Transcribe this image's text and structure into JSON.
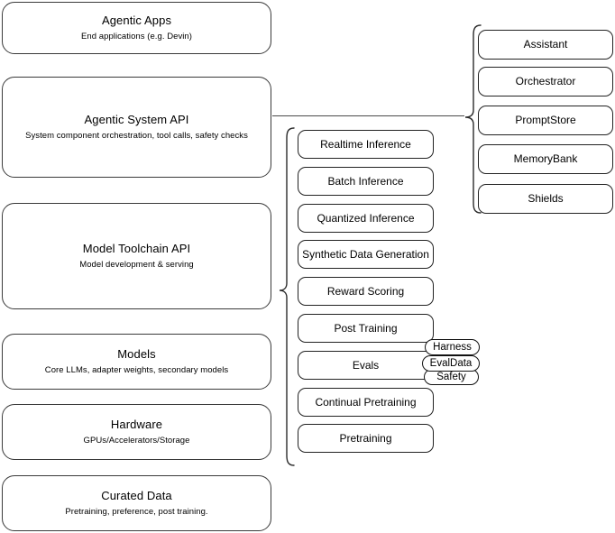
{
  "diagram": {
    "title": "Llama Stack layered architecture",
    "stroke_color": "#2b2b2b",
    "background_color": "#ffffff"
  },
  "left_stack": {
    "name": "platform-layers",
    "layers": [
      {
        "id": "agentic-apps",
        "title": "Agentic Apps",
        "subtitle": "End applications (e.g. Devin)"
      },
      {
        "id": "agentic-system-api",
        "title": "Agentic System API",
        "subtitle": "System component orchestration, tool calls, safety checks"
      },
      {
        "id": "model-toolchain-api",
        "title": "Model Toolchain API",
        "subtitle": "Model development & serving"
      },
      {
        "id": "models",
        "title": "Models",
        "subtitle": "Core LLMs, adapter weights, secondary models"
      },
      {
        "id": "hardware",
        "title": "Hardware",
        "subtitle": "GPUs/Accelerators/Storage"
      },
      {
        "id": "curated-data",
        "title": "Curated Data",
        "subtitle": "Pretraining, preference, post training."
      }
    ]
  },
  "toolchain_capabilities": {
    "name": "model-toolchain-capabilities",
    "items": [
      {
        "id": "realtime-inference",
        "label": "Realtime Inference"
      },
      {
        "id": "batch-inference",
        "label": "Batch Inference"
      },
      {
        "id": "quantized-inference",
        "label": "Quantized Inference"
      },
      {
        "id": "synthetic-data-generation",
        "label": "Synthetic Data Generation"
      },
      {
        "id": "reward-scoring",
        "label": "Reward Scoring"
      },
      {
        "id": "post-training",
        "label": "Post Training"
      },
      {
        "id": "evals",
        "label": "Evals"
      },
      {
        "id": "continual-pretraining",
        "label": "Continual Pretraining"
      },
      {
        "id": "pretraining",
        "label": "Pretraining"
      }
    ]
  },
  "evals_subcomponents": {
    "name": "evals-subcomponents",
    "items": [
      {
        "id": "harness",
        "label": "Harness"
      },
      {
        "id": "evaldata",
        "label": "EvalData"
      },
      {
        "id": "safety",
        "label": "Safety"
      }
    ]
  },
  "agentic_system_components": {
    "name": "agentic-system-components",
    "items": [
      {
        "id": "assistant",
        "label": "Assistant"
      },
      {
        "id": "orchestrator",
        "label": "Orchestrator"
      },
      {
        "id": "promptstore",
        "label": "PromptStore"
      },
      {
        "id": "memorybank",
        "label": "MemoryBank"
      },
      {
        "id": "shields",
        "label": "Shields"
      }
    ]
  }
}
